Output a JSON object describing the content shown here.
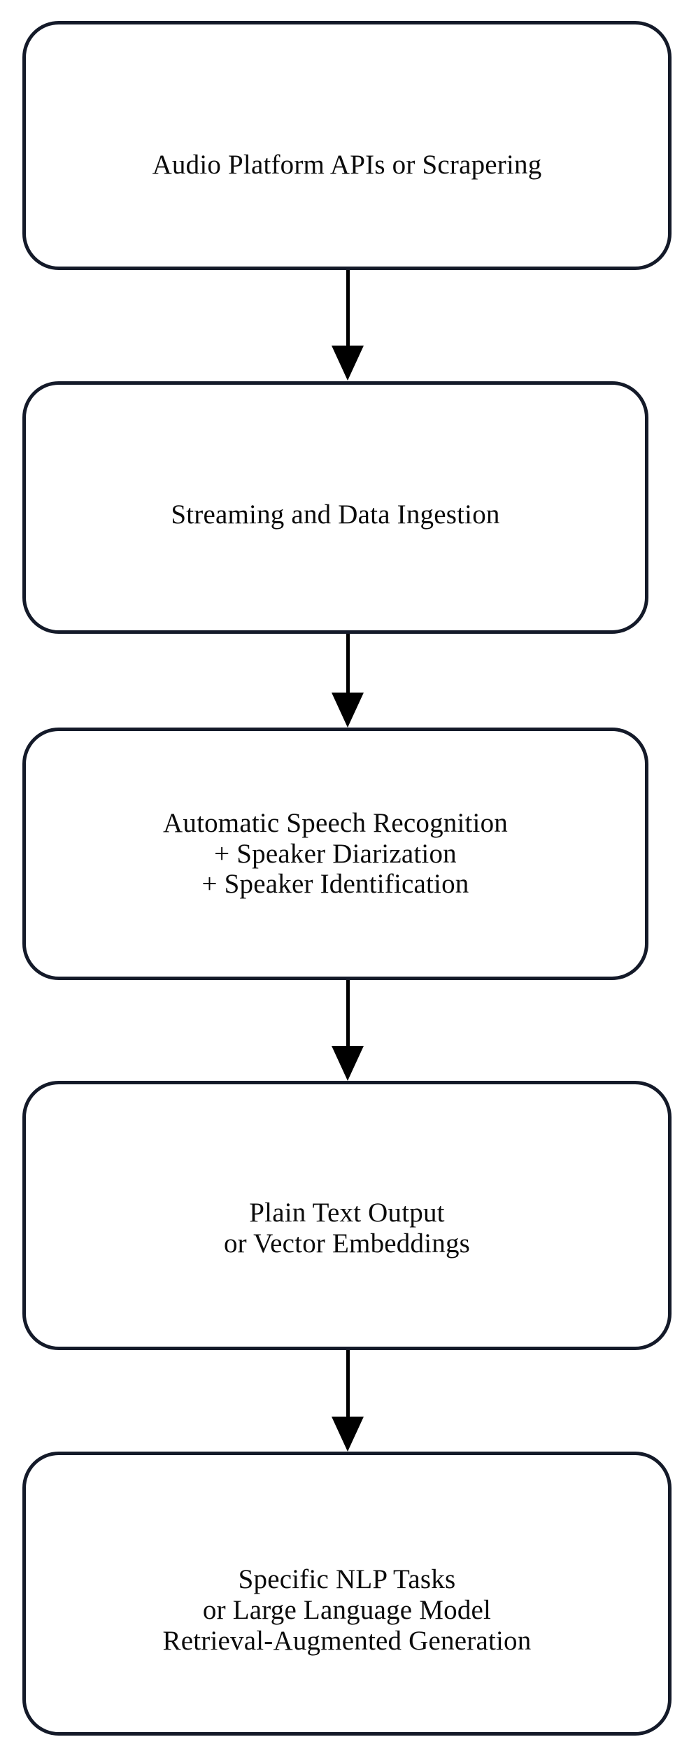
{
  "diagram": {
    "type": "flowchart",
    "orientation": "top-to-bottom",
    "background_color": "#ffffff",
    "node_border_color": "#141a29",
    "arrow_color": "#000000",
    "text_color": "#0b0b0b",
    "nodes": [
      {
        "id": "audio-platform-apis",
        "label": "Audio Platform APIs or Scrapering",
        "lines": [
          "Audio Platform APIs or Scrapering"
        ]
      },
      {
        "id": "streaming-data-ingestion",
        "label": "Streaming and Data Ingestion",
        "lines": [
          "Streaming and Data Ingestion"
        ]
      },
      {
        "id": "asr-diarization-identification",
        "label": "Automatic Speech Recognition\n+ Speaker Diarization\n+ Speaker Identification",
        "lines": [
          "Automatic Speech Recognition",
          "+ Speaker Diarization",
          "+ Speaker Identification"
        ]
      },
      {
        "id": "plain-text-or-embeddings",
        "label": "Plain Text Output\nor Vector Embeddings",
        "lines": [
          "Plain Text Output",
          "or Vector Embeddings"
        ]
      },
      {
        "id": "nlp-tasks-or-llm-rag",
        "label": "Specific NLP Tasks\nor Large Language Model\nRetrieval-Augmented Generation",
        "lines": [
          "Specific NLP Tasks",
          "or Large Language Model",
          "Retrieval-Augmented Generation"
        ]
      }
    ],
    "edges": [
      {
        "id": "edge-1",
        "from": "audio-platform-apis",
        "to": "streaming-data-ingestion",
        "label": ""
      },
      {
        "id": "edge-2",
        "from": "streaming-data-ingestion",
        "to": "asr-diarization-identification",
        "label": ""
      },
      {
        "id": "edge-3",
        "from": "asr-diarization-identification",
        "to": "plain-text-or-embeddings",
        "label": ""
      },
      {
        "id": "edge-4",
        "from": "plain-text-or-embeddings",
        "to": "nlp-tasks-or-llm-rag",
        "label": ""
      }
    ]
  }
}
